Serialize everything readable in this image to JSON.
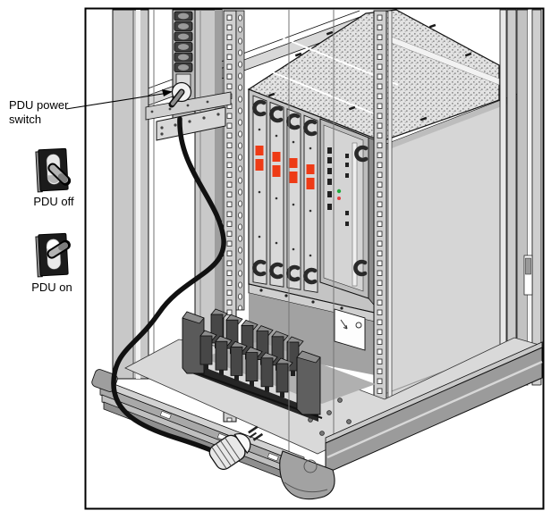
{
  "figure": {
    "callouts": {
      "power_switch": "PDU power\nswitch",
      "off": "PDU off",
      "on": "PDU on"
    },
    "colors": {
      "card_label_red": "#ee3b16",
      "led_green": "#1faa3c",
      "led_red": "#e34040",
      "metal_light": "#d6d6d6",
      "metal_mid": "#b3b3b3",
      "metal_dark": "#4a4a4a",
      "outline": "#000000",
      "background": "#ffffff"
    }
  }
}
